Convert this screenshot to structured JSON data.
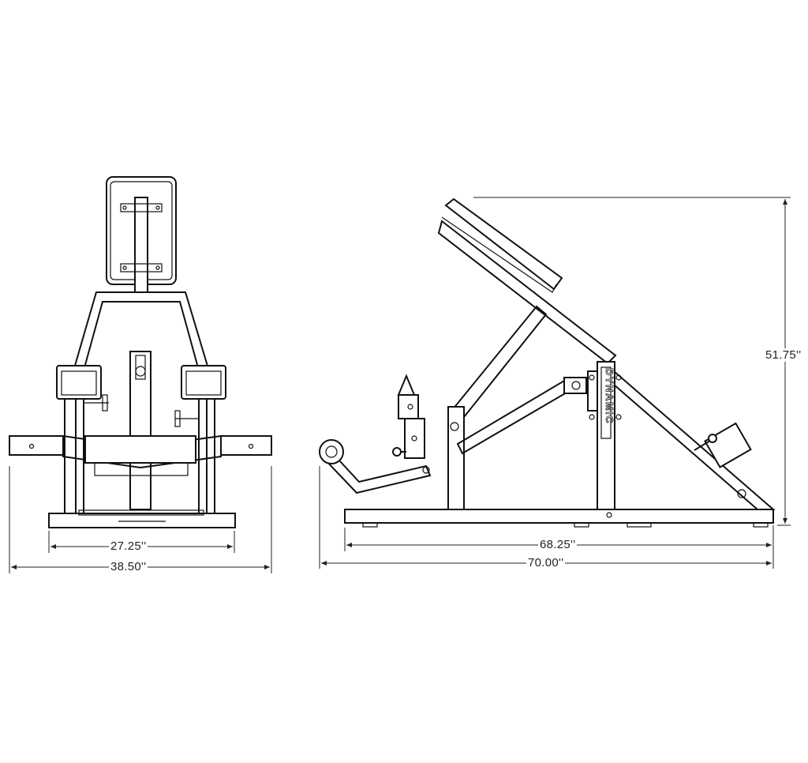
{
  "front_view": {
    "dimensions": {
      "inner_width": "27.25''",
      "overall_width": "38.50''"
    }
  },
  "side_view": {
    "dimensions": {
      "height": "51.75''",
      "base_length": "68.25''",
      "overall_length": "70.00''"
    },
    "logo_text": "DYNAMIC"
  },
  "colors": {
    "line": "#111111",
    "background": "#ffffff"
  }
}
